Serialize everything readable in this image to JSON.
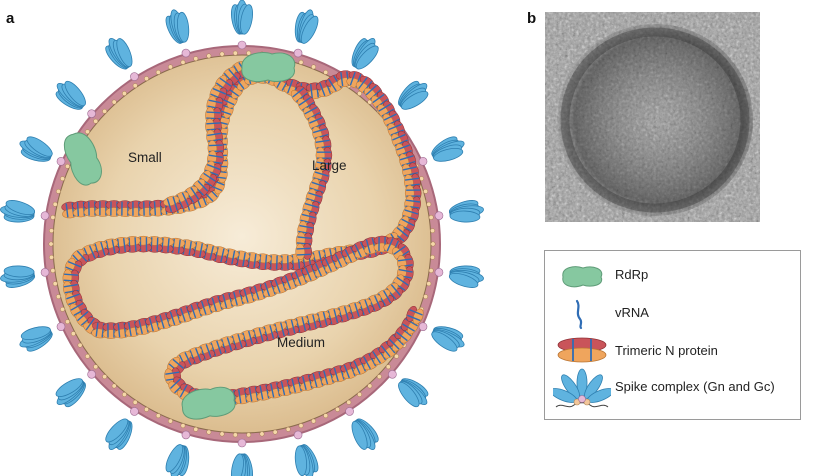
{
  "panels": {
    "a": "a",
    "b": "b"
  },
  "segments": {
    "small": "Small",
    "large": "Large",
    "medium": "Medium"
  },
  "legend": [
    {
      "icon": "rdrp-icon",
      "label": "RdRp"
    },
    {
      "icon": "vrna-icon",
      "label": "vRNA"
    },
    {
      "icon": "trimeric-n-protein-icon",
      "label": "Trimeric N protein"
    },
    {
      "icon": "spike-complex-icon",
      "label": "Spike complex (Gn and Gc)"
    }
  ],
  "colors": {
    "spike": "#5fb3df",
    "spike_edge": "#2e7fb0",
    "membrane": "#c07d8c",
    "capsid_fill": "#e5cfa7",
    "rdrp": "#86c8a0",
    "n_protein_orange": "#efa55d",
    "n_protein_red": "#c9545a",
    "rna": "#2f6db5",
    "joint": "#e6b8d7"
  }
}
